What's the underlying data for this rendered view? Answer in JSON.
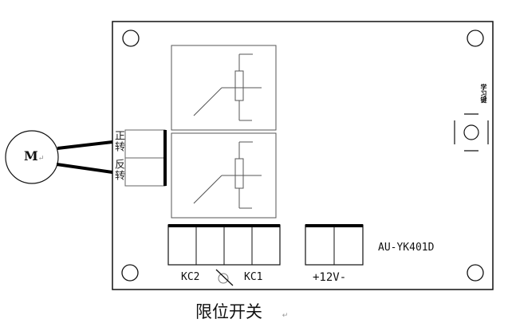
{
  "motor": {
    "label": "M",
    "mark": "↵"
  },
  "board": {
    "model": "AU-YK401D",
    "forward_label": "正转",
    "reverse_label": "反转",
    "learn_key_label": "学习键",
    "limit_terminals": {
      "left_label": "KC2",
      "right_label": "KC1",
      "symbol": "limit-switch-symbol"
    },
    "power_terminal": {
      "label": "+12V-"
    }
  },
  "caption": {
    "text": "限位开关",
    "mark": "↵"
  },
  "colors": {
    "line": "#111111",
    "light_line": "#555555",
    "background": "#ffffff"
  }
}
